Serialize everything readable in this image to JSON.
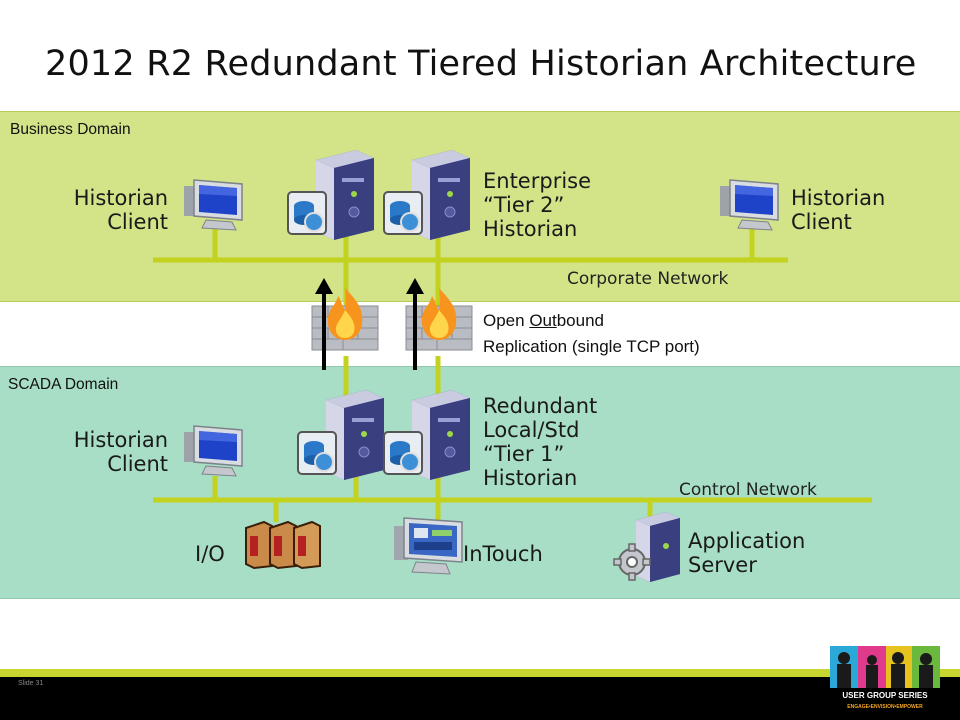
{
  "title": "2012 R2 Redundant Tiered Historian Architecture",
  "business_domain": {
    "label": "Business Domain",
    "client_left": [
      "Historian",
      "Client"
    ],
    "client_right": [
      "Historian",
      "Client"
    ],
    "enterprise": [
      "Enterprise",
      "“Tier 2”",
      "Historian"
    ],
    "network": "Corporate Network"
  },
  "firewall_note": {
    "line1_before": "Open ",
    "line1_underlined": "Out",
    "line1_after": "bound",
    "line2": "Replication (single TCP port)"
  },
  "scada_domain": {
    "label": "SCADA Domain",
    "client": [
      "Historian",
      "Client"
    ],
    "redundant": [
      "Redundant",
      "Local/Std",
      "“Tier 1”",
      "Historian"
    ],
    "network": "Control Network",
    "io_label": "I/O",
    "intouch_label": "InTouch",
    "app_server": [
      "Application",
      "Server"
    ]
  },
  "footer": {
    "slide_number": "Slide 31",
    "logo_text_1": "USER GROUP SERIES",
    "logo_text_2": "ENGAGE•ENVISION•EMPOWER"
  },
  "colors": {
    "business_bg": "#d3e388",
    "scada_bg": "#a8dec6",
    "wire": "#c3d21e",
    "footer_bar": "#000000",
    "footer_line": "#c8d530"
  }
}
